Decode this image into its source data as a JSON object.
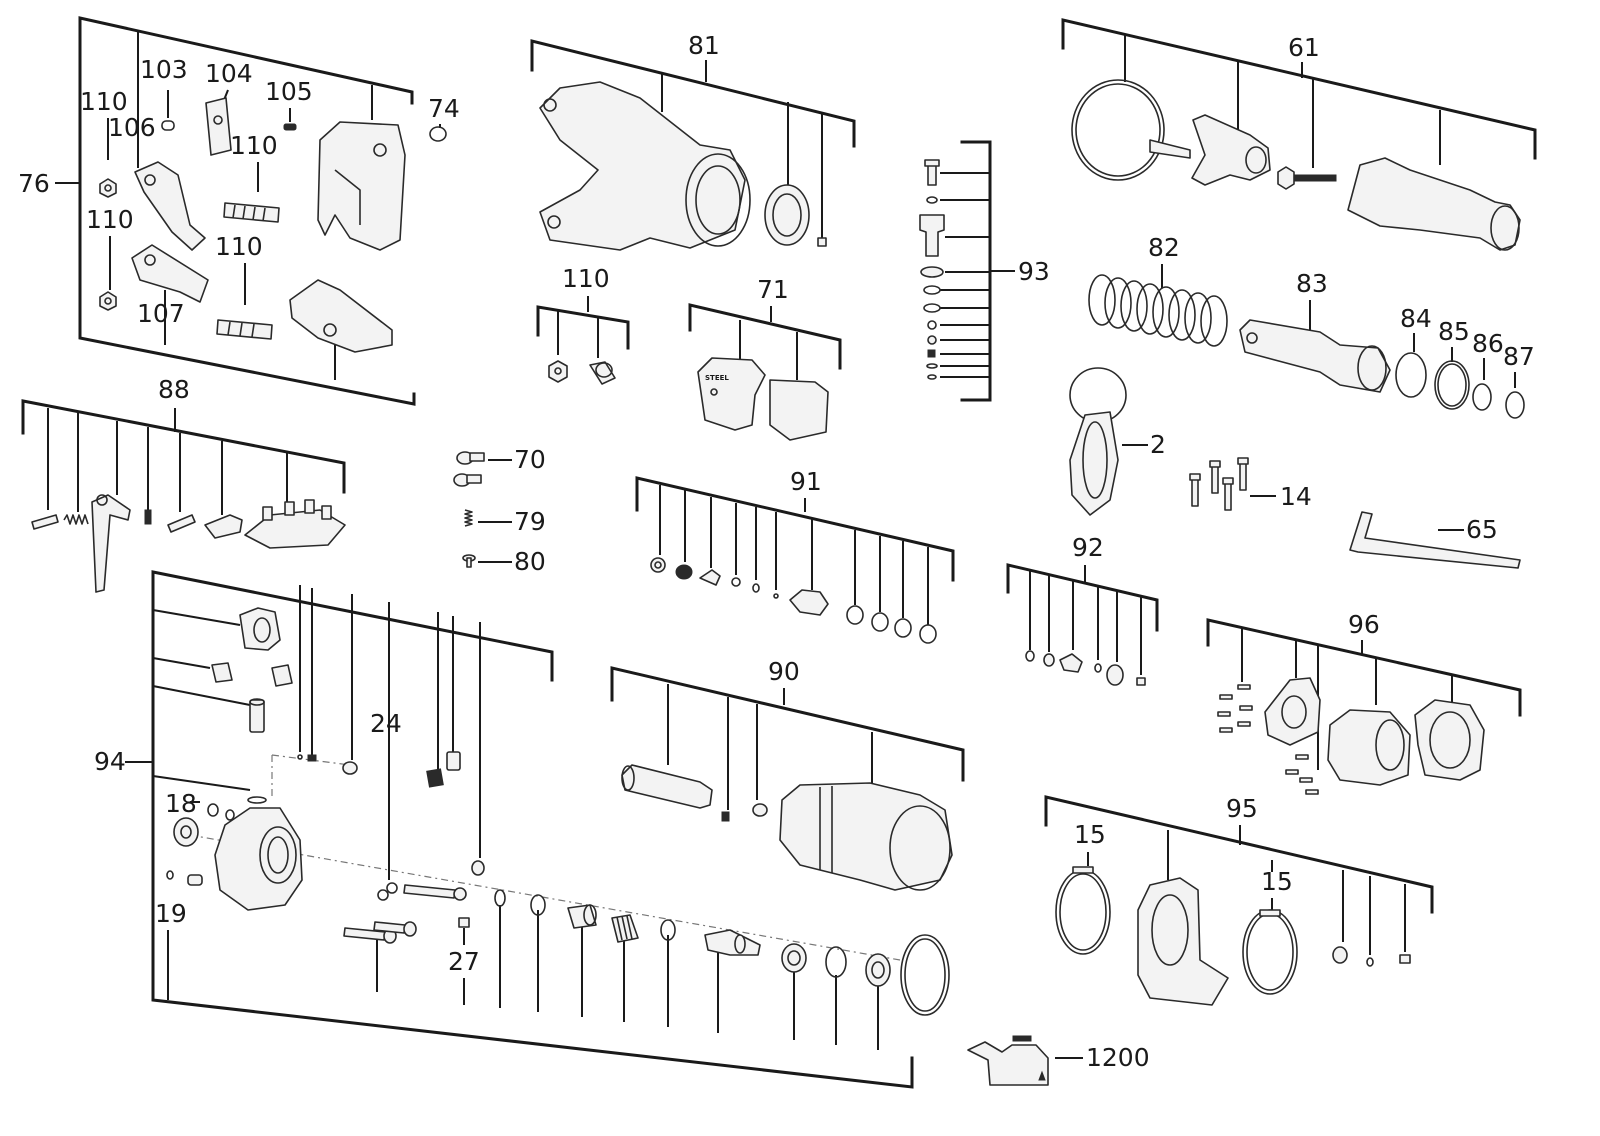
{
  "labels": {
    "l76": "76",
    "l103": "103",
    "l104": "104",
    "l105": "105",
    "l110a": "110",
    "l106": "106",
    "l110b": "110",
    "l110c": "110",
    "l110d": "110",
    "l107": "107",
    "l74": "74",
    "l81": "81",
    "l110e": "110",
    "l71": "71",
    "l93": "93",
    "l61": "61",
    "l82": "82",
    "l83": "83",
    "l84": "84",
    "l85": "85",
    "l86": "86",
    "l87": "87",
    "l2": "2",
    "l14": "14",
    "l65": "65",
    "l88": "88",
    "l70": "70",
    "l79": "79",
    "l80": "80",
    "l91": "91",
    "l92": "92",
    "l96": "96",
    "l94": "94",
    "l24": "24",
    "l18": "18",
    "l19": "19",
    "l27": "27",
    "l90": "90",
    "l95": "95",
    "l15a": "15",
    "l15b": "15",
    "l1200": "1200"
  },
  "part_text": {
    "adapter_marking": "STEEL"
  }
}
